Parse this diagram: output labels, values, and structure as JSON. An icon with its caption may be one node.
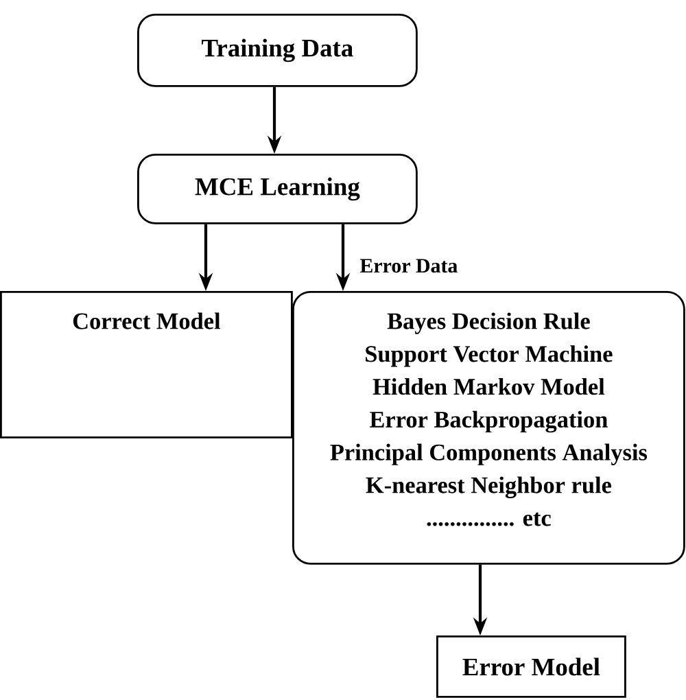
{
  "diagram": {
    "nodes": [
      {
        "text": [
          "Training Data"
        ]
      },
      {
        "text": [
          "MCE Learning"
        ]
      },
      {
        "text": [
          "Correct Model"
        ]
      },
      {
        "text": [
          "Bayes Decision Rule",
          "Support Vector Machine",
          "Hidden Markov Model",
          "Error Backpropagation",
          "Principal Components Analysis",
          "K-nearest Neighbor rule",
          "............... etc"
        ]
      },
      {
        "text": [
          "Error Model"
        ]
      }
    ],
    "edges": [
      {
        "from": 0,
        "to": 1,
        "arrow": "to"
      },
      {
        "from": 1,
        "to": 2,
        "arrow": "to"
      },
      {
        "from": 1,
        "to": 3,
        "arrow": "to",
        "label": "Error Data"
      },
      {
        "from": 3,
        "to": 4,
        "arrow": "to"
      }
    ]
  }
}
